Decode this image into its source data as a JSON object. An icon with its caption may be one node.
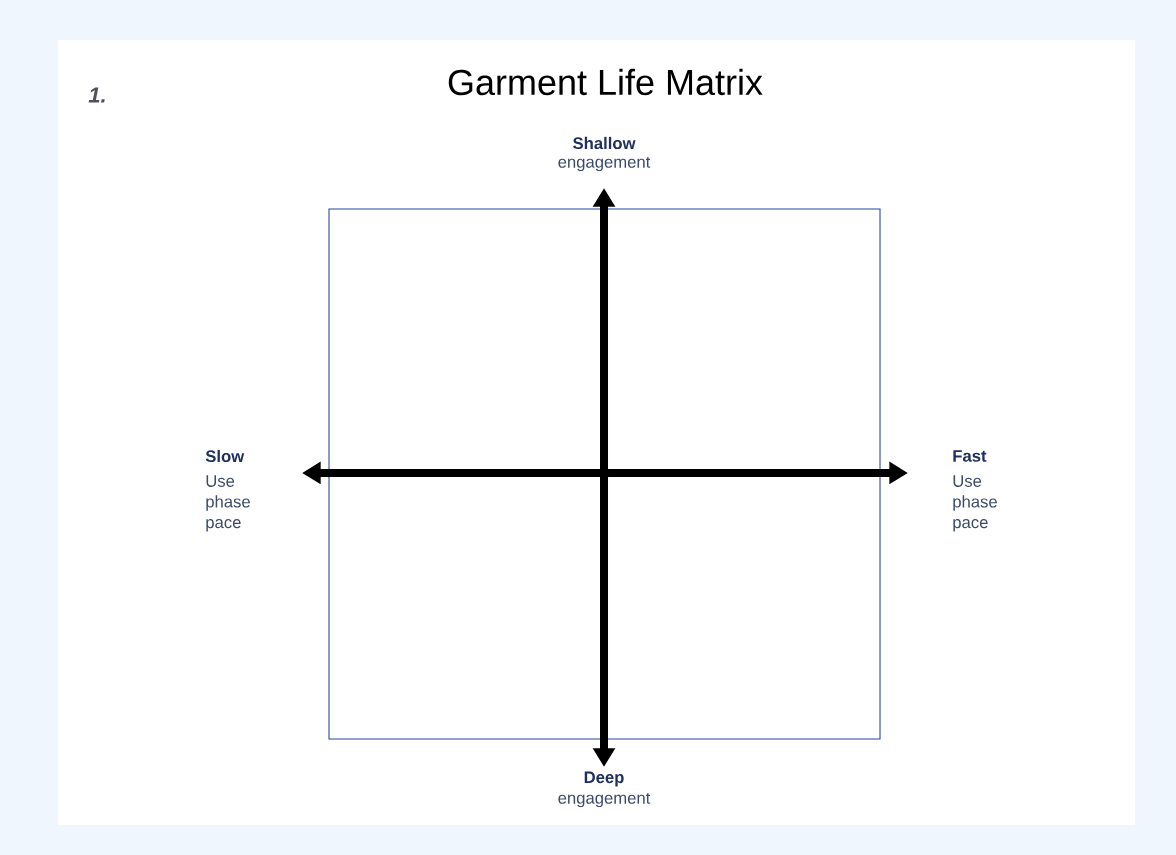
{
  "diagram": {
    "title": "Garment Life Matrix",
    "nodes": [
      {
        "text": [],
        "shape": "box"
      }
    ],
    "labels": [
      "1.",
      "Shallow",
      "engagement",
      "Slow",
      "Use phase pace",
      "Fast",
      "Use phase pace",
      "Deep",
      "engagement"
    ]
  }
}
